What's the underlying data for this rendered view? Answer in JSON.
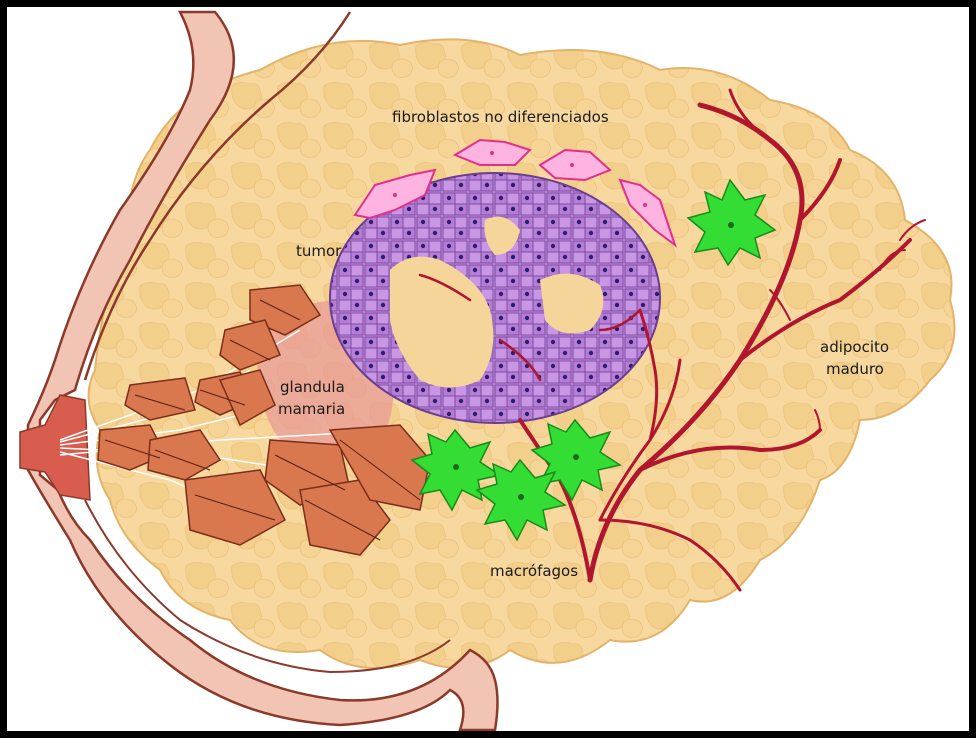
{
  "labels": {
    "fibroblasts": "fibroblastos no diferenciados",
    "tumor": "tumor",
    "gland_line1": "glandula",
    "gland_line2": "mamaria",
    "adipocyte_line1": "adipocito",
    "adipocyte_line2": "maduro",
    "macrophages": "macrófagos"
  },
  "colors": {
    "frame": "#000000",
    "skin": "#f2c4b4",
    "skin_outline": "#8b3a2a",
    "nipple": "#d95d4f",
    "fat": "#f6d59a",
    "fat_outline": "#e8b86a",
    "gland_lobule": "#d9774f",
    "gland_stroma": "#e89a96",
    "tumor_cell": "#c48be0",
    "tumor_nucleus": "#2e1f6b",
    "fibroblast": "#ffb3e0",
    "macrophage": "#33dd33",
    "vessel": "#b0162e"
  }
}
